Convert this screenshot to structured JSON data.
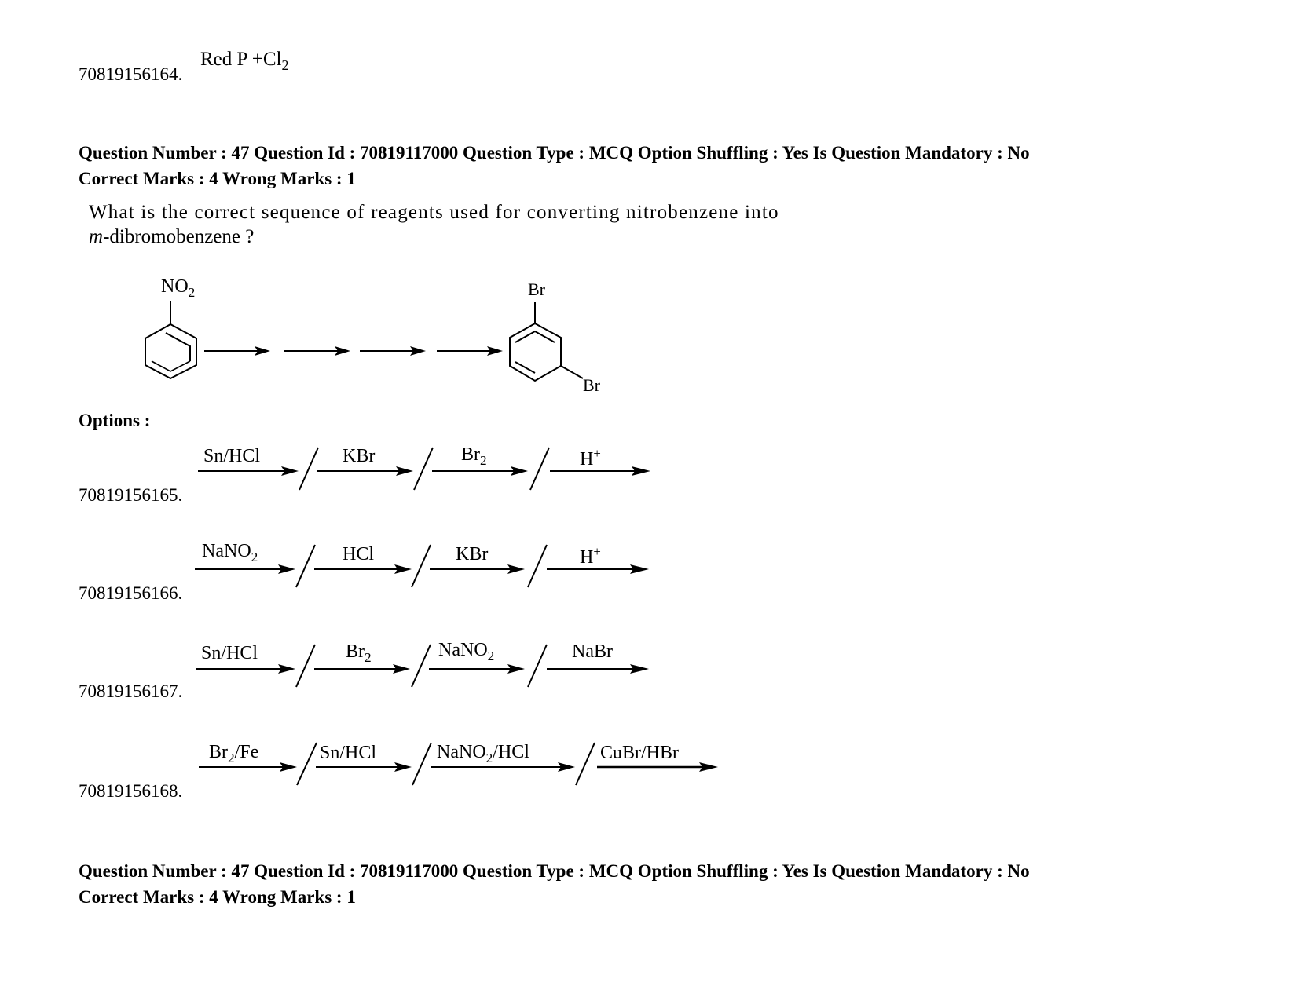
{
  "prev_option": {
    "id": "70819156164.",
    "reagent": "Red P",
    "plus": "+",
    "cl": "Cl",
    "cl_sub": "2"
  },
  "header_1": {
    "line1": "Question Number : 47 Question Id : 70819117000 Question Type : MCQ Option Shuffling : Yes Is Question Mandatory : No",
    "line2": "Correct Marks : 4 Wrong Marks : 1"
  },
  "question": {
    "line1": "What is the correct sequence of reagents used for converting nitrobenzene into",
    "line2_italic": "m",
    "line2_rest": "-dibromobenzene ?"
  },
  "scheme": {
    "start_group": "NO",
    "start_group_sub": "2",
    "product_sub1": "Br",
    "product_sub2": "Br"
  },
  "options_label": "Options :",
  "options": [
    {
      "id": "70819156165.",
      "reagents": [
        {
          "text": "Sn/HCl"
        },
        {
          "text": "KBr"
        },
        {
          "text": "Br",
          "sub": "2"
        },
        {
          "text": "H",
          "sup": "+"
        }
      ]
    },
    {
      "id": "70819156166.",
      "reagents": [
        {
          "text": "NaNO",
          "sub": "2"
        },
        {
          "text": "HCl"
        },
        {
          "text": "KBr"
        },
        {
          "text": "H",
          "sup": "+"
        }
      ]
    },
    {
      "id": "70819156167.",
      "reagents": [
        {
          "text": "Sn/HCl"
        },
        {
          "text": "Br",
          "sub": "2"
        },
        {
          "text": "NaNO",
          "sub": "2"
        },
        {
          "text": "NaBr"
        }
      ]
    },
    {
      "id": "70819156168.",
      "reagents": [
        {
          "text": "Br",
          "sub": "2",
          "after": "/Fe"
        },
        {
          "text": "Sn/HCl"
        },
        {
          "text": "NaNO",
          "sub": "2",
          "after": "/HCl"
        },
        {
          "text": "CuBr/HBr"
        }
      ]
    }
  ],
  "header_2": {
    "line1": "Question Number : 47 Question Id : 70819117000 Question Type : MCQ Option Shuffling : Yes Is Question Mandatory : No",
    "line2": "Correct Marks : 4 Wrong Marks : 1"
  }
}
